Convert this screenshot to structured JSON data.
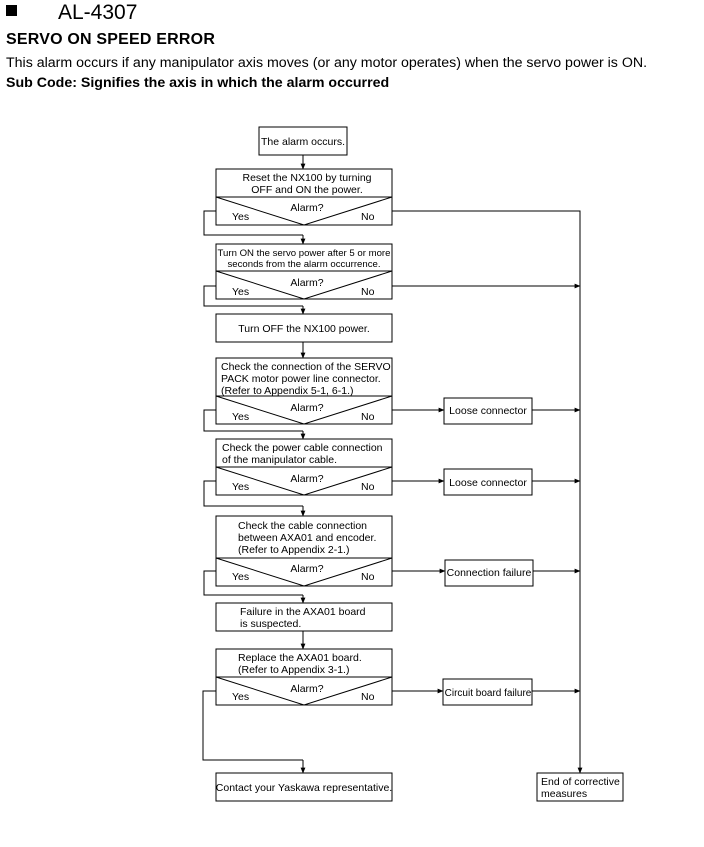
{
  "header": {
    "code": "AL-4307",
    "title": "SERVO ON SPEED ERROR",
    "description": "This alarm occurs if any manipulator axis moves (or any motor operates) when the servo power is ON.",
    "subcode": "Sub Code: Signifies the axis in which the alarm occurred"
  },
  "flow": {
    "start": "The alarm occurs.",
    "step1": [
      "Reset the NX100 by turning",
      "OFF and ON the power."
    ],
    "step2": [
      "Turn ON the servo power after 5 or more",
      "seconds from the alarm occurrence."
    ],
    "step3": "Turn OFF the NX100 power.",
    "step4": [
      "Check the connection of the SERVO",
      "PACK motor power line connector.",
      "(Refer to Appendix 5-1, 6-1.)"
    ],
    "step5": [
      "Check the power cable connection",
      "of the manipulator cable."
    ],
    "step6": [
      "Check the cable connection",
      "between AXA01 and encoder.",
      "(Refer to Appendix 2-1.)"
    ],
    "step7": [
      "Failure in the AXA01 board",
      "is suspected."
    ],
    "step8": [
      "Replace the AXA01 board.",
      "(Refer to Appendix 3-1.)"
    ],
    "contact": "Contact your Yaskawa representative.",
    "end": [
      "End of corrective",
      "measures"
    ],
    "decision": {
      "question": "Alarm?",
      "yes": "Yes",
      "no": "No"
    },
    "results": {
      "loose1": "Loose connector",
      "loose2": "Loose connector",
      "connection": "Connection failure",
      "circuit": "Circuit board failure"
    }
  }
}
